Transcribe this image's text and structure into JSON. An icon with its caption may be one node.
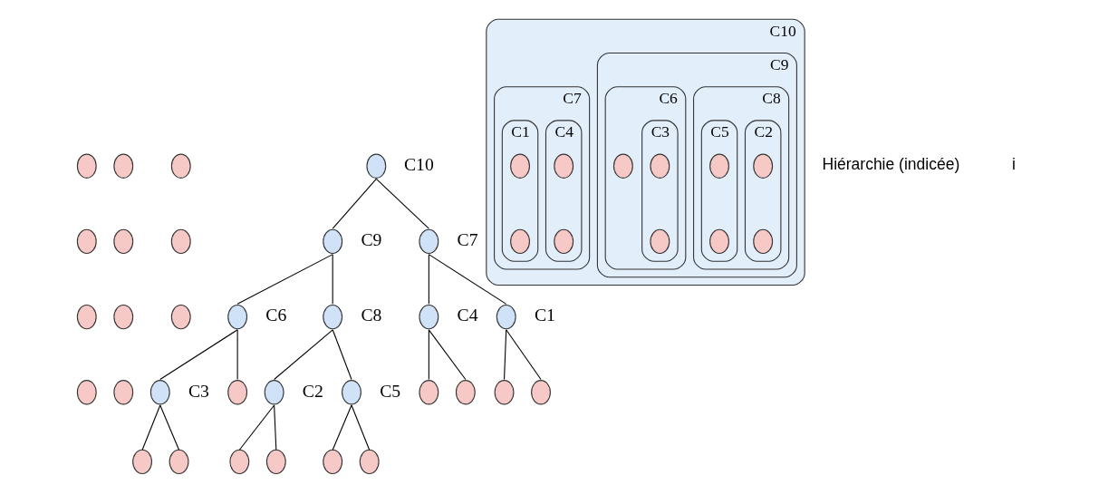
{
  "diagram": {
    "nodes": [
      {
        "text": [],
        "shape": "circle"
      },
      {
        "text": [],
        "shape": "circle"
      },
      {
        "text": [],
        "shape": "circle"
      },
      {
        "text": [],
        "shape": "circle"
      },
      {
        "text": [],
        "shape": "circle"
      },
      {
        "text": [],
        "shape": "circle"
      },
      {
        "text": [],
        "shape": "circle"
      },
      {
        "text": [],
        "shape": "circle"
      },
      {
        "text": [],
        "shape": "circle"
      },
      {
        "text": [],
        "shape": "circle"
      },
      {
        "text": [],
        "shape": "circle"
      },
      {
        "text": [],
        "shape": "circle",
        "beside": [
          "C10"
        ]
      },
      {
        "text": [],
        "shape": "circle",
        "beside": [
          "C9"
        ]
      },
      {
        "text": [],
        "shape": "circle",
        "beside": [
          "C7"
        ]
      },
      {
        "text": [],
        "shape": "circle",
        "beside": [
          "C6"
        ]
      },
      {
        "text": [],
        "shape": "circle",
        "beside": [
          "C8"
        ]
      },
      {
        "text": [],
        "shape": "circle",
        "beside": [
          "C3"
        ]
      },
      {
        "text": [],
        "shape": "circle",
        "beside": [
          "C2"
        ]
      },
      {
        "text": [],
        "shape": "circle",
        "beside": [
          "C5"
        ]
      },
      {
        "text": [],
        "shape": "circle",
        "beside": [
          "C4"
        ]
      },
      {
        "text": [],
        "shape": "circle",
        "beside": [
          "C1"
        ]
      },
      {
        "text": [],
        "shape": "circle"
      },
      {
        "text": [],
        "shape": "circle"
      },
      {
        "text": [],
        "shape": "circle"
      },
      {
        "text": [],
        "shape": "circle"
      },
      {
        "text": [],
        "shape": "circle"
      },
      {
        "text": [],
        "shape": "circle"
      },
      {
        "text": [],
        "shape": "circle"
      },
      {
        "text": [],
        "shape": "circle"
      },
      {
        "text": [],
        "shape": "circle"
      },
      {
        "text": [],
        "shape": "circle"
      },
      {
        "text": [],
        "shape": "circle"
      },
      {
        "text": [
          "C10"
        ]
      },
      {
        "text": [
          "C9"
        ],
        "in": 32
      },
      {
        "text": [
          "C8"
        ],
        "in": 33
      },
      {
        "text": [
          "C2"
        ],
        "in": 34
      },
      {
        "text": [],
        "shape": "circle",
        "in": 35
      },
      {
        "text": [],
        "shape": "circle",
        "in": 35
      },
      {
        "text": [
          "C5"
        ],
        "in": 34
      },
      {
        "text": [],
        "shape": "circle",
        "in": 38
      },
      {
        "text": [],
        "shape": "circle",
        "in": 38
      },
      {
        "text": [
          "C6"
        ],
        "in": 33
      },
      {
        "text": [],
        "shape": "circle",
        "in": 41
      },
      {
        "text": [
          "C3"
        ],
        "in": 41
      },
      {
        "text": [],
        "shape": "circle",
        "in": 43
      },
      {
        "text": [],
        "shape": "circle",
        "in": 43
      },
      {
        "text": [
          "C7"
        ],
        "in": 32
      },
      {
        "text": [
          "C4"
        ],
        "in": 46
      },
      {
        "text": [],
        "shape": "circle",
        "in": 47
      },
      {
        "text": [],
        "shape": "circle",
        "in": 47
      },
      {
        "text": [
          "C1"
        ],
        "in": 46
      },
      {
        "text": [],
        "shape": "circle",
        "in": 50
      },
      {
        "text": [],
        "shape": "circle",
        "in": 50
      }
    ],
    "edges": [
      {
        "from": 11,
        "to": 12,
        "arrow": "none"
      },
      {
        "from": 11,
        "to": 13,
        "arrow": "none"
      },
      {
        "from": 12,
        "to": 14,
        "arrow": "none"
      },
      {
        "from": 12,
        "to": 15,
        "arrow": "none"
      },
      {
        "from": 14,
        "to": 21,
        "arrow": "none"
      },
      {
        "from": 14,
        "to": 16,
        "arrow": "none"
      },
      {
        "from": 16,
        "to": 22,
        "arrow": "none"
      },
      {
        "from": 16,
        "to": 23,
        "arrow": "none"
      },
      {
        "from": 15,
        "to": 17,
        "arrow": "none"
      },
      {
        "from": 15,
        "to": 18,
        "arrow": "none"
      },
      {
        "from": 17,
        "to": 24,
        "arrow": "none"
      },
      {
        "from": 17,
        "to": 25,
        "arrow": "none"
      },
      {
        "from": 18,
        "to": 26,
        "arrow": "none"
      },
      {
        "from": 18,
        "to": 27,
        "arrow": "none"
      },
      {
        "from": 13,
        "to": 19,
        "arrow": "none"
      },
      {
        "from": 13,
        "to": 20,
        "arrow": "none"
      },
      {
        "from": 19,
        "to": 28,
        "arrow": "none"
      },
      {
        "from": 19,
        "to": 29,
        "arrow": "none"
      },
      {
        "from": 20,
        "to": 30,
        "arrow": "none"
      },
      {
        "from": 20,
        "to": 31,
        "arrow": "none"
      }
    ],
    "labels": [
      "Hiérarchie (indicée)",
      "i"
    ]
  }
}
